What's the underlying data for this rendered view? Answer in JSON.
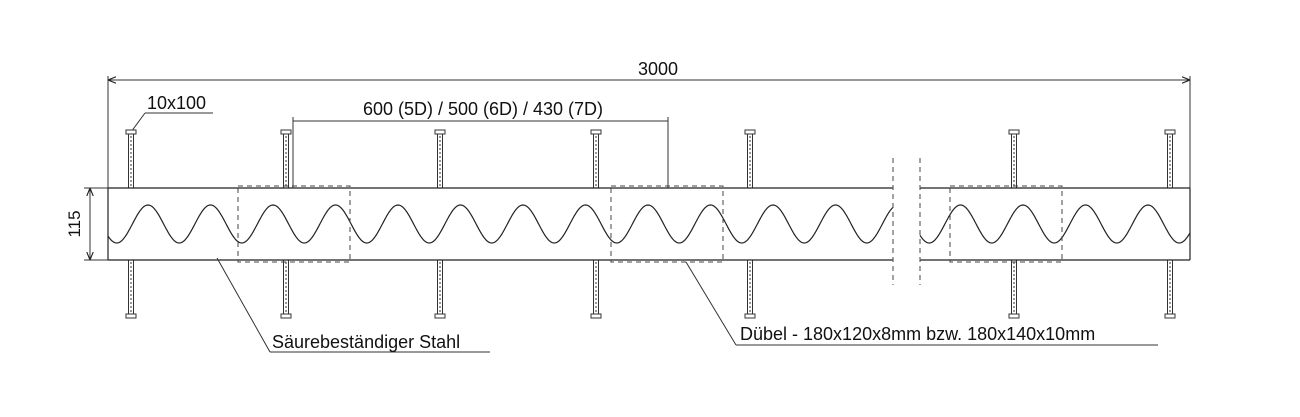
{
  "drawing": {
    "overall_length": "3000",
    "bolt_label": "10x100",
    "spacing_label": "600 (5D) / 500 (6D) / 430 (7D)",
    "height_label": "115",
    "material_label": "Säurebeständiger Stahl",
    "dowel_label": "Dübel -  180x120x8mm bzw. 180x140x10mm"
  },
  "colors": {
    "line": "#222222",
    "background": "#ffffff"
  }
}
